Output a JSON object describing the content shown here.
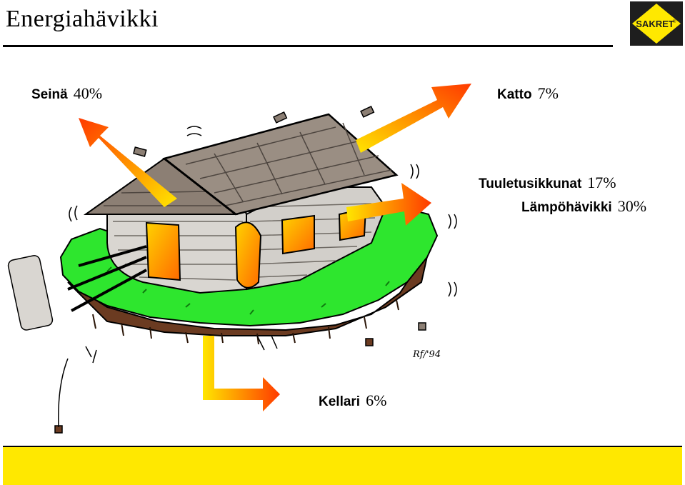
{
  "header": {
    "title": "Energiahävikki",
    "logo_text": "SAKRET",
    "logo_mark": "®"
  },
  "labels": {
    "wall": {
      "name": "Seinä",
      "value": "40%"
    },
    "roof": {
      "name": "Katto",
      "value": "7%"
    },
    "vents": {
      "name": "Tuuletusikkunat",
      "value": "17%"
    },
    "heat": {
      "name": "Lämpöhävikki",
      "value": "30%"
    },
    "basement": {
      "name": "Kellari",
      "value": "6%"
    }
  },
  "signature": "Rf/'94",
  "colors": {
    "accent_yellow": "#ffe800",
    "grass": "#2ee62e",
    "arrow_start": "#ffe100",
    "arrow_end": "#ff3b00",
    "roof": "#8c7f74",
    "wall": "#d9d6d1",
    "soil": "#6b3b21"
  }
}
